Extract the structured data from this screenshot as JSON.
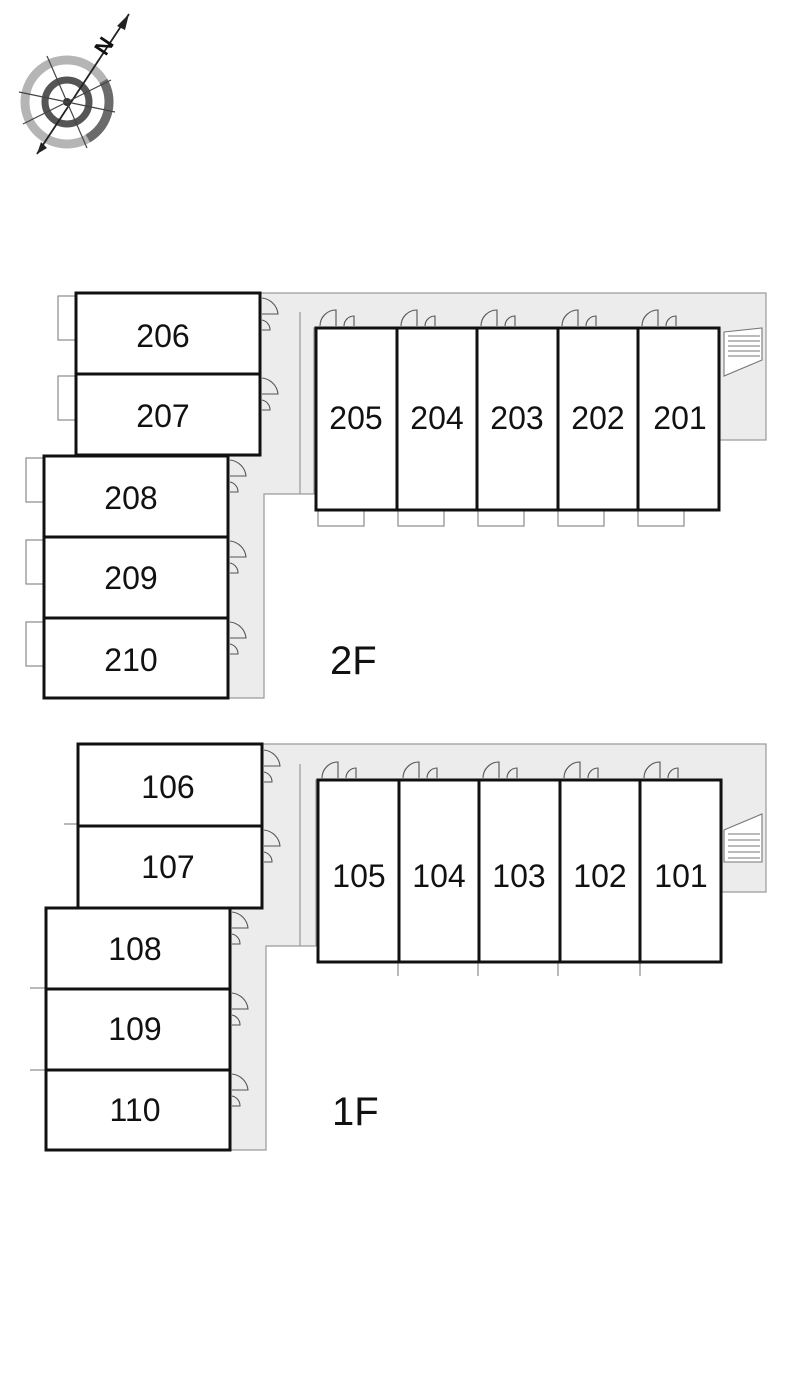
{
  "compass": {
    "north_label": "N",
    "icon": "compass-rose-icon"
  },
  "floors": [
    {
      "label": "2F",
      "rooms_west": [
        "206",
        "207",
        "208",
        "209",
        "210"
      ],
      "rooms_east": [
        "205",
        "204",
        "203",
        "202",
        "201"
      ]
    },
    {
      "label": "1F",
      "rooms_west": [
        "106",
        "107",
        "108",
        "109",
        "110"
      ],
      "rooms_east": [
        "105",
        "104",
        "103",
        "102",
        "101"
      ]
    }
  ]
}
